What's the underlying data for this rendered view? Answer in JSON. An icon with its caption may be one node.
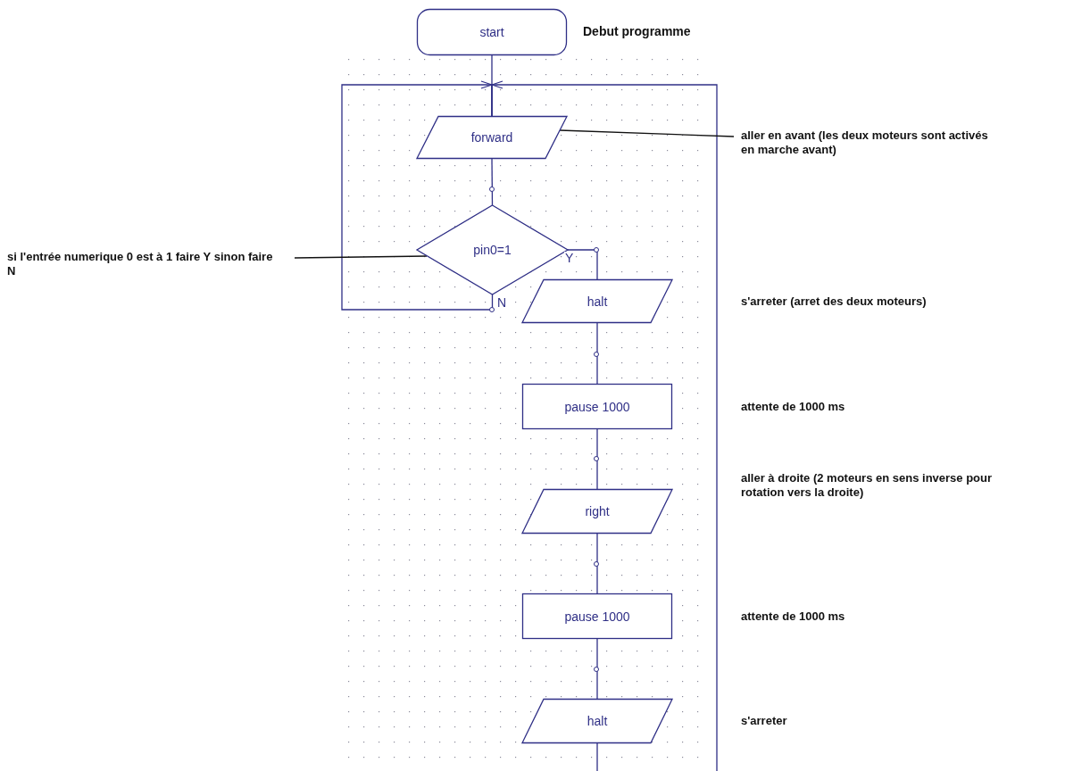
{
  "diagram": {
    "nodes": [
      {
        "text": [
          "start"
        ],
        "beside": [
          "Debut programme"
        ]
      },
      {
        "text": [
          "forward"
        ]
      },
      {
        "text": [
          "pin0=1"
        ]
      },
      {
        "text": [
          "halt"
        ]
      },
      {
        "text": [
          "pause 1000"
        ]
      },
      {
        "text": [
          "right"
        ]
      },
      {
        "text": [
          "pause 1000"
        ]
      },
      {
        "text": [
          "halt"
        ]
      },
      {
        "text": [
          "aller en avant (les deux moteurs sont activés en marche avant)"
        ]
      },
      {
        "text": [
          "si l'entrée numerique 0 est à 1 faire Y sinon faire N"
        ]
      }
    ],
    "edges": [
      {
        "from": 0,
        "to": 1,
        "arrow": "none"
      },
      {
        "from": 1,
        "to": 2,
        "arrow": "none"
      },
      {
        "from": 2,
        "to": 3,
        "arrow": "none",
        "label": "Y"
      },
      {
        "from": 2,
        "to": 1,
        "arrow": "none",
        "label": "N"
      },
      {
        "from": 3,
        "to": 4,
        "arrow": "none"
      },
      {
        "from": 4,
        "to": 5,
        "arrow": "none"
      },
      {
        "from": 5,
        "to": 6,
        "arrow": "none"
      },
      {
        "from": 6,
        "to": 7,
        "arrow": "none"
      },
      {
        "from": 7,
        "to": 1,
        "arrow": "none"
      },
      {
        "from": 8,
        "to": 1,
        "arrow": "none",
        "color": "#111111"
      },
      {
        "from": 9,
        "to": 2,
        "arrow": "none",
        "color": "#111111"
      }
    ],
    "labels": [
      "s'arreter (arret des deux moteurs)",
      "attente de 1000 ms",
      "aller à droite (2 moteurs en sens inverse pour rotation vers la droite)",
      "attente de 1000 ms",
      "s'arreter"
    ]
  }
}
